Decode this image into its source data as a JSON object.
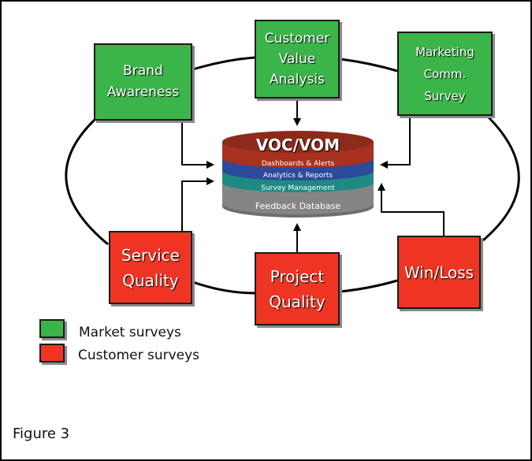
{
  "figure": {
    "caption": "Figure 3",
    "colors": {
      "market": "#3bb54a",
      "customer": "#ee3524",
      "db_top": "#8c2a1c",
      "db_red": "#a8321f",
      "db_blue": "#2b4a9a",
      "db_teal": "#1f8a84",
      "db_gray": "#7d7d7d"
    }
  },
  "center": {
    "title": "VOC/VOM",
    "layers": [
      "Dashboards & Alerts",
      "Analytics & Reports",
      "Survey Management",
      "Feedback Database"
    ]
  },
  "nodes": [
    {
      "id": "brand-awareness",
      "label": "Brand Awareness",
      "lines": [
        "Brand",
        "Awareness"
      ],
      "type": "market"
    },
    {
      "id": "customer-value-analysis",
      "label": "Customer Value Analysis",
      "lines": [
        "Customer",
        "Value",
        "Analysis"
      ],
      "type": "market"
    },
    {
      "id": "marketing-comm-survey",
      "label": "Marketing Comm. Survey",
      "lines": [
        "Marketing",
        "Comm.",
        "Survey"
      ],
      "type": "market"
    },
    {
      "id": "service-quality",
      "label": "Service Quality",
      "lines": [
        "Service",
        "Quality"
      ],
      "type": "customer"
    },
    {
      "id": "project-quality",
      "label": "Project Quality",
      "lines": [
        "Project",
        "Quality"
      ],
      "type": "customer"
    },
    {
      "id": "win-loss",
      "label": "Win/Loss",
      "lines": [
        "Win/Loss"
      ],
      "type": "customer"
    }
  ],
  "legend": [
    {
      "label": "Market surveys",
      "type": "market"
    },
    {
      "label": "Customer surveys",
      "type": "customer"
    }
  ]
}
